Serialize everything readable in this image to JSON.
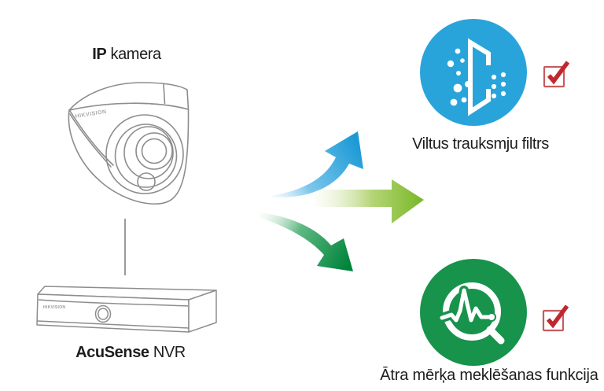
{
  "camera": {
    "label_bold": "IP",
    "label_rest": " kamera",
    "brand": "HIKVISION"
  },
  "nvr": {
    "label_bold": "AcuSense",
    "label_rest": " NVR",
    "brand": "HIKVISION"
  },
  "features": [
    {
      "label": "Viltus trauksmju filtrs",
      "icon": "false-alarm-filter-icon",
      "circle_color": "#29A4DB",
      "checked": true
    },
    {
      "label": "Ātra mērķa meklēšanas funkcija",
      "icon": "target-search-icon",
      "circle_color": "#17934B",
      "checked": true
    }
  ],
  "colors": {
    "arrow_blue": "#1C9AD6",
    "arrow_light_green": "#7AB929",
    "arrow_dark_green": "#00843B",
    "checkbox_red": "#C1272D",
    "checkbox_border": "#C75B5F",
    "line_gray": "#8D8D8D",
    "text": "#1D1D1D"
  }
}
